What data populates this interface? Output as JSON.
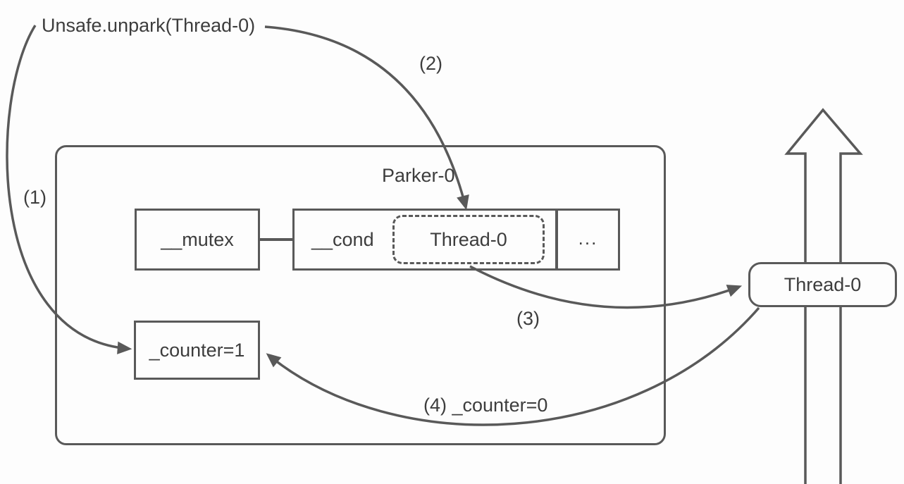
{
  "labels": {
    "unsafe_unpark": "Unsafe.unpark(Thread-0)",
    "step1": "(1)",
    "step2": "(2)",
    "step3": "(3)",
    "step4": "(4) _counter=0",
    "parker": "Parker-0"
  },
  "parker_struct": {
    "mutex": "__mutex",
    "cond": "__cond",
    "cond_thread": "Thread-0",
    "cond_more": "...",
    "counter": "_counter=1"
  },
  "external_thread": {
    "name": "Thread-0"
  },
  "colors": {
    "stroke": "#595959",
    "text": "#3d3d3d",
    "background": "#fdfdfd"
  }
}
